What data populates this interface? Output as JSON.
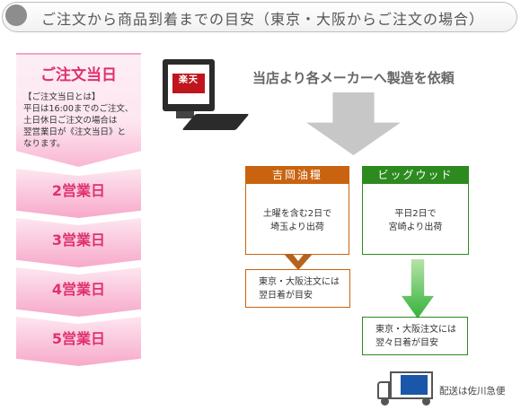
{
  "header": {
    "title": "ご注文から商品到着までの目安（東京・大阪からご注文の場合）"
  },
  "timeline": {
    "day1": {
      "title": "ご注文当日",
      "desc_lines": [
        "【ご注文当日とは】",
        "平日は16:00までのご注文、",
        "土日休日ご注文の場合は",
        "翌営業日が《注文当日》と",
        "なります。"
      ]
    },
    "days": [
      "2営業日",
      "3営業日",
      "4営業日",
      "5営業日"
    ]
  },
  "store": {
    "logo": "楽天",
    "label": "当店より各メーカーへ製造を依頼"
  },
  "makers": [
    {
      "name": "吉岡油糧",
      "ship_lines": [
        "土曜を含む2日で",
        "埼玉より出荷"
      ],
      "arrival_lines": [
        "東京・大阪注文には",
        "翌日着が目安"
      ]
    },
    {
      "name": "ビッグウッド",
      "ship_lines": [
        "平日2日で",
        "宮崎より出荷"
      ],
      "arrival_lines": [
        "東京・大阪注文には",
        "翌々日着が目安"
      ]
    }
  ],
  "delivery": {
    "label": "配送は佐川急便"
  },
  "colors": {
    "pink": "#e0306e",
    "orange": "#c9630f",
    "green": "#2c8a1f",
    "gray": "#c7c7c7"
  }
}
